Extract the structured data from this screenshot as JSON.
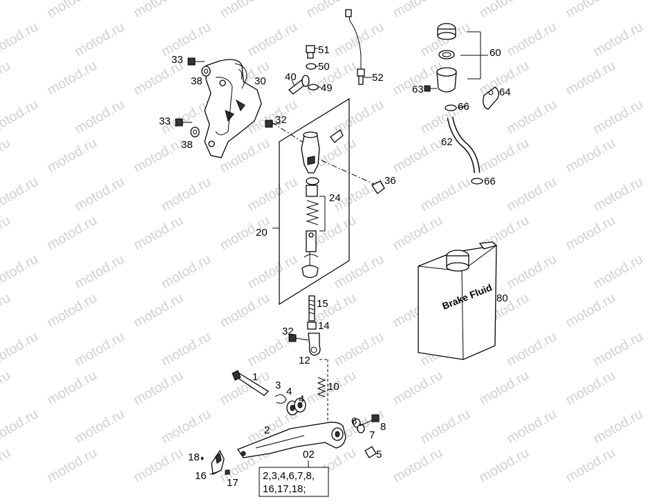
{
  "watermark": "motod.ru",
  "labels": {
    "p1": "1",
    "p2": "2",
    "p3": "3",
    "p4a": "4",
    "p4b": "4",
    "p5": "5",
    "p6": "6",
    "p7": "7",
    "p8": "8",
    "p10": "10",
    "p12": "12",
    "p14": "14",
    "p15": "15",
    "p16": "16",
    "p17": "17",
    "p18": "18",
    "p20": "20",
    "p24": "24",
    "p30": "30",
    "p32a": "32",
    "p32b": "32",
    "p33a": "33",
    "p33b": "33",
    "p36": "36",
    "p38a": "38",
    "p38b": "38",
    "p40": "40",
    "p49": "49",
    "p50": "50",
    "p51": "51",
    "p52": "52",
    "p60": "60",
    "p62": "62",
    "p63": "63",
    "p64": "64",
    "p66a": "66",
    "p66b": "66",
    "p80": "80",
    "p02": "02"
  },
  "kit_box": {
    "line1": "2,3,4,6,7,8,",
    "line2": "16,17,18;"
  },
  "can_text": "Brake Fluid"
}
